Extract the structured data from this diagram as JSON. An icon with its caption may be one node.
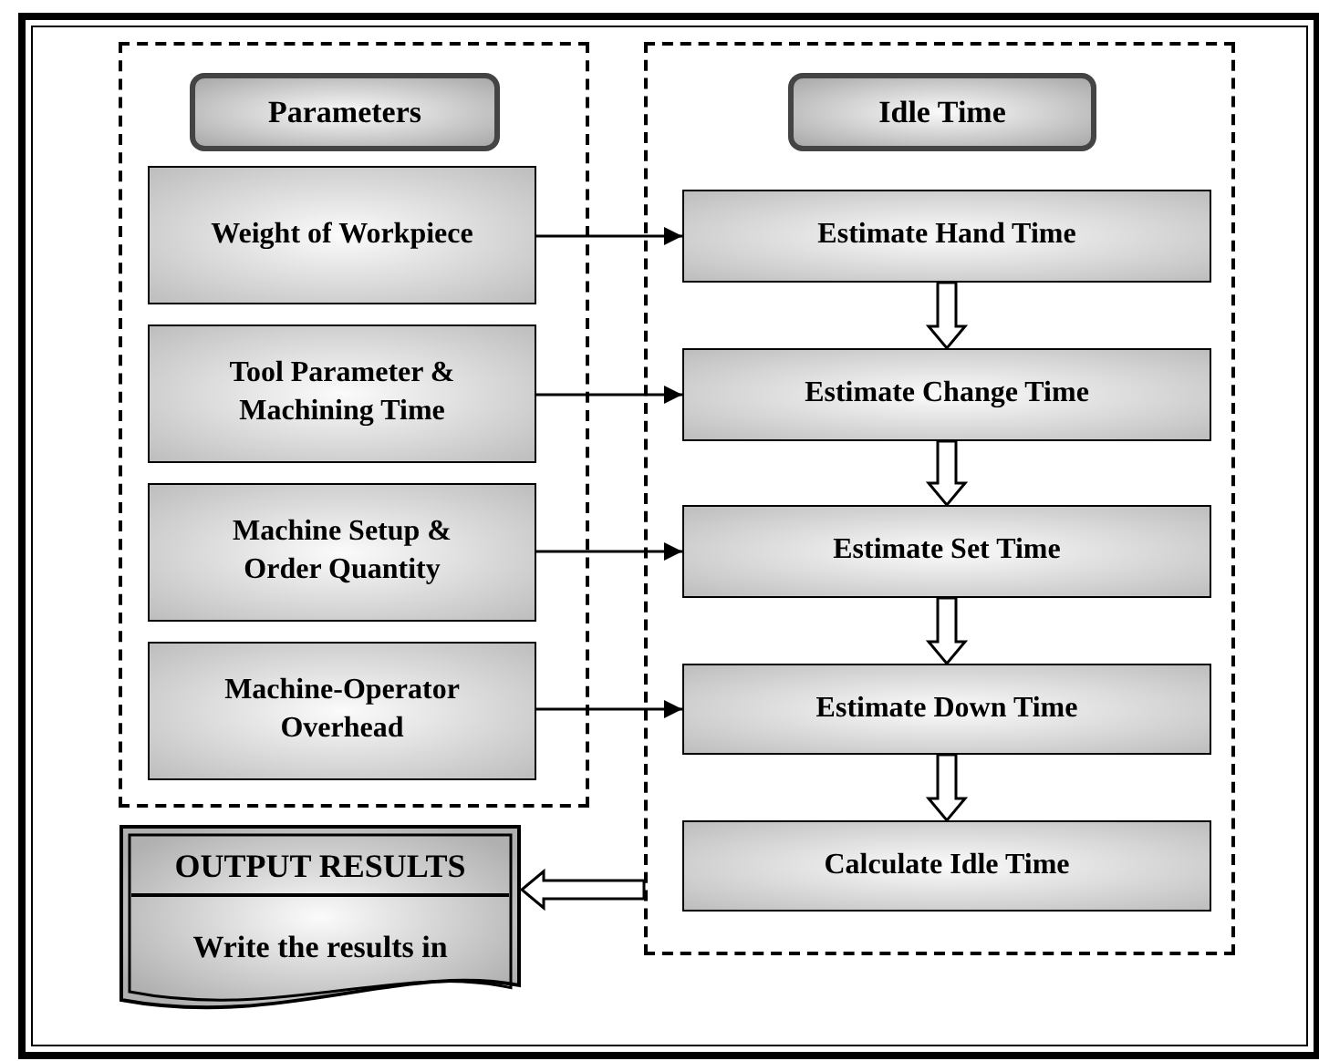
{
  "diagram": {
    "nodes": [
      {
        "text": [],
        "shape": "box"
      },
      {
        "text": [
          "Parameters"
        ],
        "in": 0
      },
      {
        "text": [
          "Weight of Workpiece"
        ],
        "in": 0
      },
      {
        "text": [
          "Tool Parameter & Machining Time"
        ],
        "in": 0
      },
      {
        "text": [
          "Machine Setup & Order Quantity"
        ],
        "in": 0
      },
      {
        "text": [
          "Machine-Operator Overhead"
        ],
        "in": 0
      },
      {
        "text": [],
        "shape": "box"
      },
      {
        "text": [
          "Idle Time"
        ],
        "in": 6
      },
      {
        "text": [
          "Estimate Hand Time"
        ],
        "in": 6
      },
      {
        "text": [
          "Estimate Change Time"
        ],
        "in": 6
      },
      {
        "text": [
          "Estimate Set Time"
        ],
        "in": 6
      },
      {
        "text": [
          "Estimate Down Time"
        ],
        "in": 6
      },
      {
        "text": [
          "Calculate Idle Time"
        ],
        "in": 6
      },
      {
        "text": [
          "OUTPUT RESULTS",
          "Write the results in"
        ]
      }
    ],
    "edges": [
      {
        "from": 2,
        "to": 8,
        "arrow": "to"
      },
      {
        "from": 3,
        "to": 9,
        "arrow": "to"
      },
      {
        "from": 4,
        "to": 10,
        "arrow": "to"
      },
      {
        "from": 5,
        "to": 11,
        "arrow": "to"
      },
      {
        "from": 8,
        "to": 9,
        "arrow": "to",
        "style": "thick"
      },
      {
        "from": 9,
        "to": 10,
        "arrow": "to",
        "style": "thick"
      },
      {
        "from": 10,
        "to": 11,
        "arrow": "to",
        "style": "thick"
      },
      {
        "from": 11,
        "to": 12,
        "arrow": "to",
        "style": "thick"
      },
      {
        "from": 6,
        "to": 13,
        "arrow": "to",
        "style": "thick"
      }
    ]
  }
}
